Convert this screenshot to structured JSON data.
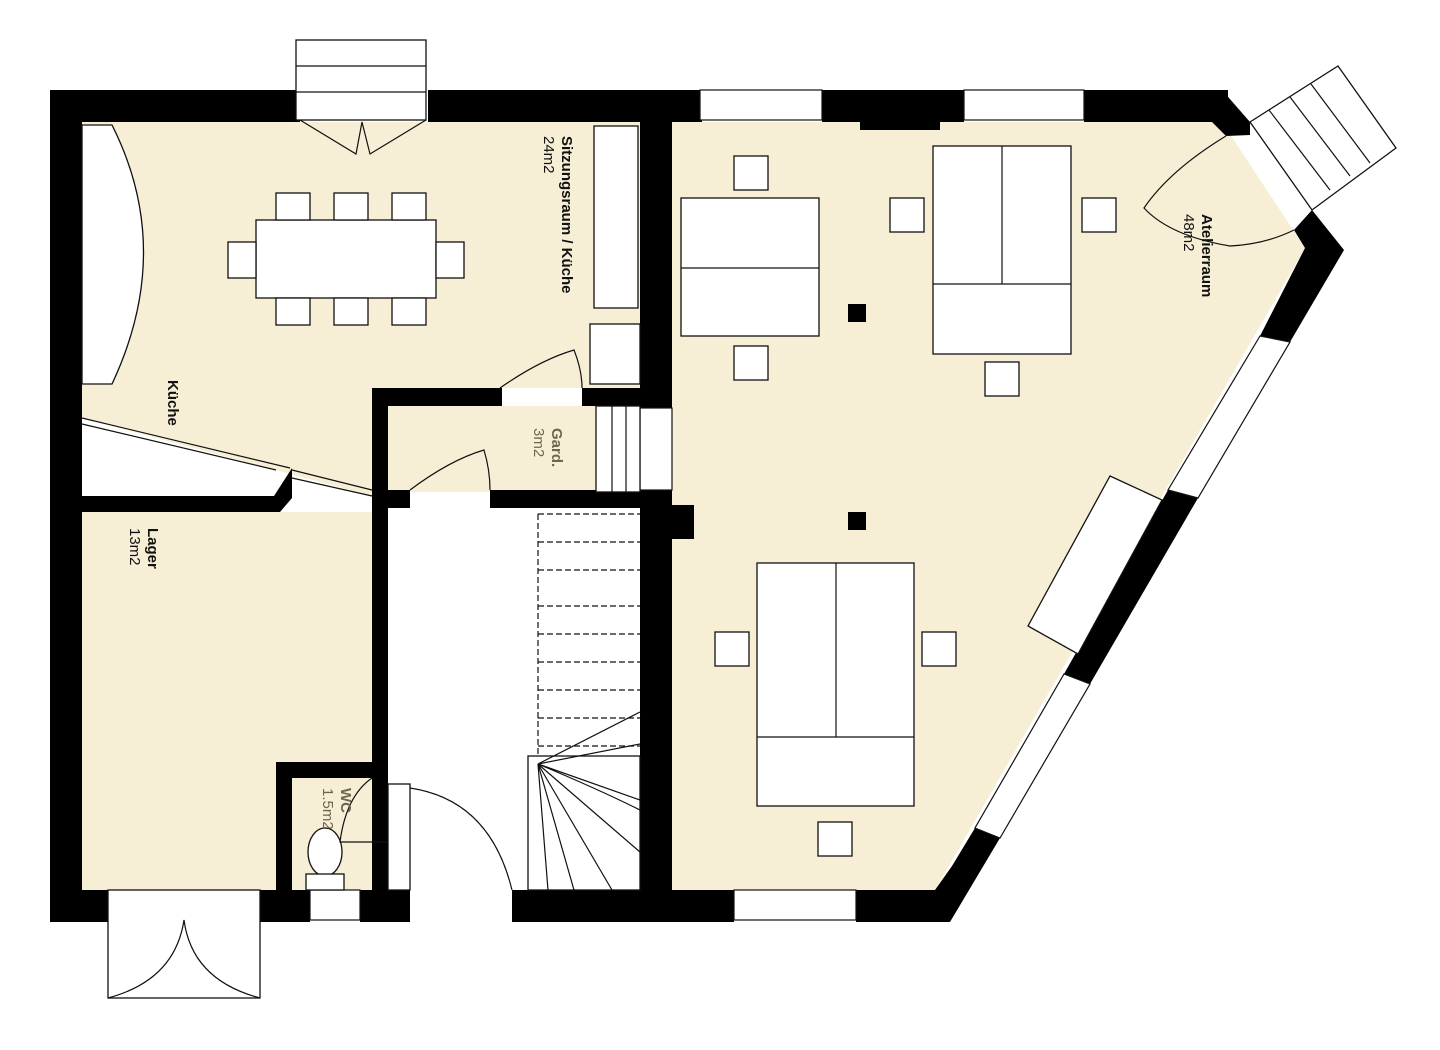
{
  "rooms": {
    "sitzungsraum": {
      "name": "Sitzungsraum / Küche",
      "area": "24m2"
    },
    "kueche": {
      "name": "Küche"
    },
    "atelier": {
      "name": "Atelierraum",
      "area": "48m2"
    },
    "garderobe": {
      "name": "Gard.",
      "area": "3m2"
    },
    "lager": {
      "name": "Lager",
      "area": "13m2"
    },
    "wc": {
      "name": "WC",
      "area": "1.5m2"
    }
  },
  "colors": {
    "floor": "#f7eed6",
    "wall": "#000000",
    "muted_label": "#6e6650"
  },
  "icons": [
    "door-swing-icon",
    "window-icon",
    "table-icon",
    "chair-icon",
    "stair-icon",
    "toilet-icon",
    "column-icon"
  ]
}
